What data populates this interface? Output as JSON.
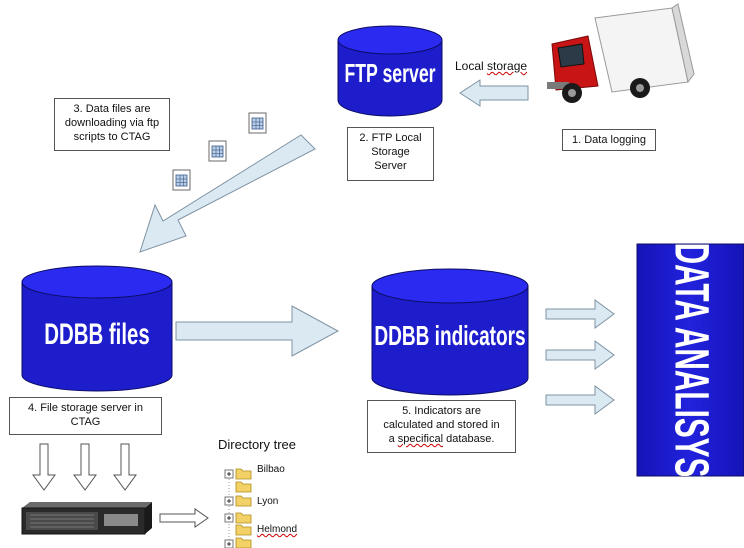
{
  "steps": {
    "step1": "1. Data logging",
    "step2": [
      "2. FTP Local",
      "Storage",
      "Server"
    ],
    "step3": [
      "3. Data files are",
      "downloading via ftp",
      "scripts to CTAG"
    ],
    "step4": [
      "4. File storage server in",
      "CTAG"
    ],
    "step5_line1": "5. Indicators are",
    "step5_line2": "calculated and stored in",
    "step5_line3_a": "a ",
    "step5_line3_b": "specifical",
    "step5_line3_c": " database."
  },
  "labels": {
    "local_storage_a": "Local ",
    "local_storage_b": "storage",
    "ftp_server": "FTP server",
    "ddbb_files": "DDBB files",
    "ddbb_indicators": "DDBB indicators",
    "data_analysis": "DATA ANALISYS",
    "directory_tree": "Directory tree"
  },
  "tree": [
    "Bilbao",
    "Lyon",
    "Helmond"
  ],
  "colors": {
    "cylinder_fill": "#1d1dcc",
    "cylinder_top": "#2a2af0",
    "analysis_fill": "#1a1acc",
    "arrow_fill": "#dbe9f3",
    "arrow_stroke": "#7f93a3"
  },
  "icons": [
    "truck-icon",
    "spreadsheet-file-icon",
    "rack-server-icon",
    "folder-icon"
  ]
}
